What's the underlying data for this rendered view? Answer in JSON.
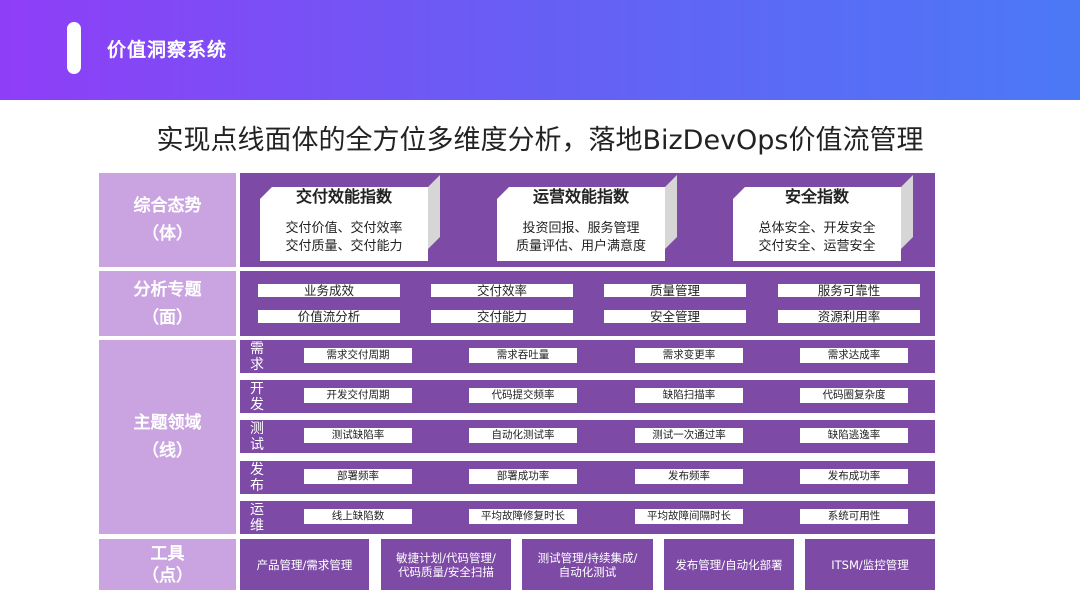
{
  "header": {
    "title": "价值洞察系统"
  },
  "subtitle": "实现点线面体的全方位多维度分析，落地BizDevOps价值流管理",
  "rows": {
    "overall": {
      "line1": "综合态势",
      "line2": "（体）"
    },
    "topics": {
      "line1": "分析专题",
      "line2": "（面）"
    },
    "domains": {
      "line1": "主题领域",
      "line2": "（线）"
    },
    "tools": {
      "line1": "工具",
      "line2": "（点）"
    }
  },
  "indices": [
    {
      "title": "交付效能指数",
      "line1": "交付价值、交付效率",
      "line2": "交付质量、交付能力"
    },
    {
      "title": "运营效能指数",
      "line1": "投资回报、服务管理",
      "line2": "质量评估、用户满意度"
    },
    {
      "title": "安全指数",
      "line1": "总体安全、开发安全",
      "line2": "交付安全、运营安全"
    }
  ],
  "topics": [
    [
      "业务成效",
      "交付效率",
      "质量管理",
      "服务可靠性"
    ],
    [
      "价值流分析",
      "交付能力",
      "安全管理",
      "资源利用率"
    ]
  ],
  "domains": [
    {
      "label": "需求",
      "metrics": [
        "需求交付周期",
        "需求吞吐量",
        "需求变更率",
        "需求达成率"
      ]
    },
    {
      "label": "开发",
      "metrics": [
        "开发交付周期",
        "代码提交频率",
        "缺陷扫描率",
        "代码圈复杂度"
      ]
    },
    {
      "label": "测试",
      "metrics": [
        "测试缺陷率",
        "自动化测试率",
        "测试一次通过率",
        "缺陷逃逸率"
      ]
    },
    {
      "label": "发布",
      "metrics": [
        "部署频率",
        "部署成功率",
        "发布频率",
        "发布成功率"
      ]
    },
    {
      "label": "运维",
      "metrics": [
        "线上缺陷数",
        "平均故障修复时长",
        "平均故障间隔时长",
        "系统可用性"
      ]
    }
  ],
  "tools": [
    "产品管理/需求管理",
    "敏捷计划/代码管理/代码质量/安全扫描",
    "测试管理/持续集成/自动化测试",
    "发布管理/自动化部署",
    "ITSM/监控管理"
  ],
  "colors": {
    "header_start": "#8f3ef7",
    "header_end": "#4b79f6",
    "panel": "#7d4aa6",
    "label_bg": "#c9a4e0"
  }
}
